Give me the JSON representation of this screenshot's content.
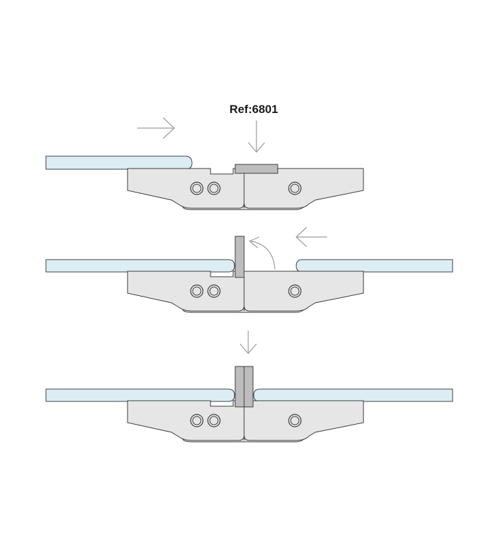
{
  "diagram": {
    "reference_label": "Ref:6801",
    "colors": {
      "glass_fill": "#dceef4",
      "glass_stroke": "#3a3f44",
      "bracket_fill": "#e6e6e6",
      "bracket_stroke": "#3a3a3a",
      "insert_fill": "#bdbdbd",
      "arrow_stroke": "#9a9a9a"
    },
    "steps": [
      {
        "name": "step-1",
        "icons": [
          "right-arrow-icon",
          "down-arrow-icon"
        ]
      },
      {
        "name": "step-2",
        "icons": [
          "left-arrow-icon",
          "curved-arrow-icon"
        ]
      },
      {
        "name": "step-3",
        "icons": [
          "down-arrow-icon"
        ]
      }
    ]
  }
}
